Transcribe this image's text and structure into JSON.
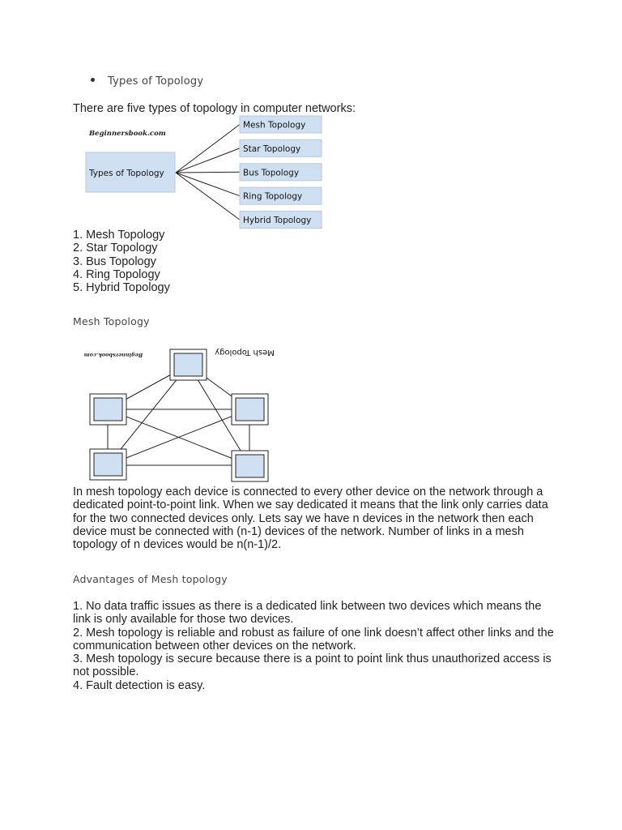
{
  "bullet": {
    "text": "Types of Topology"
  },
  "intro": "There are five types of topology in computer networks:",
  "types_diagram": {
    "watermark": "Beginnersbook.com",
    "root": "Types of Topology",
    "branches": [
      "Mesh Topology",
      "Star Topology",
      "Bus Topology",
      "Ring Topology",
      "Hybrid Topology"
    ],
    "box_fill": "#cfe0f2"
  },
  "types_list": [
    "1. Mesh Topology",
    "2. Star Topology",
    "3. Bus Topology",
    "4. Ring Topology",
    "5. Hybrid Topology"
  ],
  "mesh_heading": "Mesh Topology",
  "mesh_diagram": {
    "watermark": "Beginnersbook.com",
    "label": "Mesh Topology",
    "device_fill": "#cfe0f2"
  },
  "mesh_paragraph": "In mesh topology each device is connected to every other device on the network through a dedicated point-to-point link. When we say dedicated it means that the link only carries data for the two connected devices only. Lets say we have n devices in the network then each device must be connected with (n-1) devices of the network. Number of links in a mesh topology of n devices would be n(n-1)/2.",
  "advantages_heading": "Advantages of Mesh topology",
  "advantages": [
    "1. No data traffic issues as there is a dedicated link between two devices which means the link is only available for those two devices.",
    "2. Mesh topology is reliable and robust as failure of one link doesn’t affect other links and the communication between other devices on the network.",
    "3. Mesh topology is secure because there is a point to point link thus unauthorized access is not possible.",
    "4. Fault detection is easy."
  ]
}
